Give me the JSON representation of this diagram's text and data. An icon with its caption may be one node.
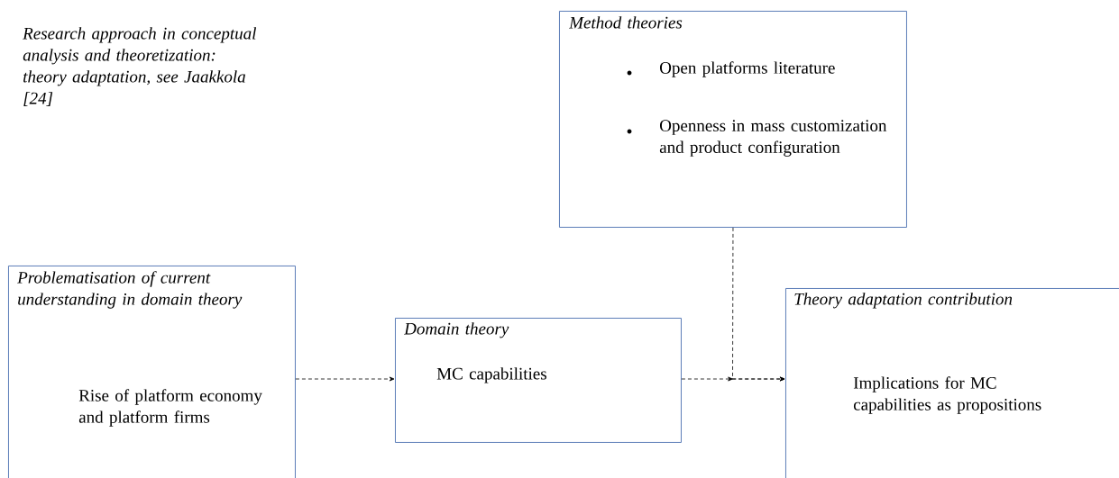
{
  "diagram": {
    "nodes": [
      {
        "text": [
          "Method theories",
          "Open platforms literature",
          "Openness in mass customization and product configuration"
        ]
      },
      {
        "text": [
          "Problematisation of current understanding in domain theory",
          "Rise of platform economy and platform firms"
        ]
      },
      {
        "text": [
          "Domain theory",
          "MC capabilities"
        ]
      },
      {
        "text": [
          "Theory adaptation contribution",
          "Implications for MC capabilities as propositions"
        ]
      }
    ],
    "edges": [
      {
        "from": 1,
        "to": 2,
        "arrow": "to",
        "style": "dashed"
      },
      {
        "from": 2,
        "to": 3,
        "arrow": "to",
        "style": "dashed"
      },
      {
        "from": 0,
        "to": 3,
        "arrow": "to",
        "style": "dashed"
      }
    ],
    "labels": [
      "Research approach in conceptual analysis and theoretization: theory adaptation, see Jaakkola [24]"
    ]
  }
}
